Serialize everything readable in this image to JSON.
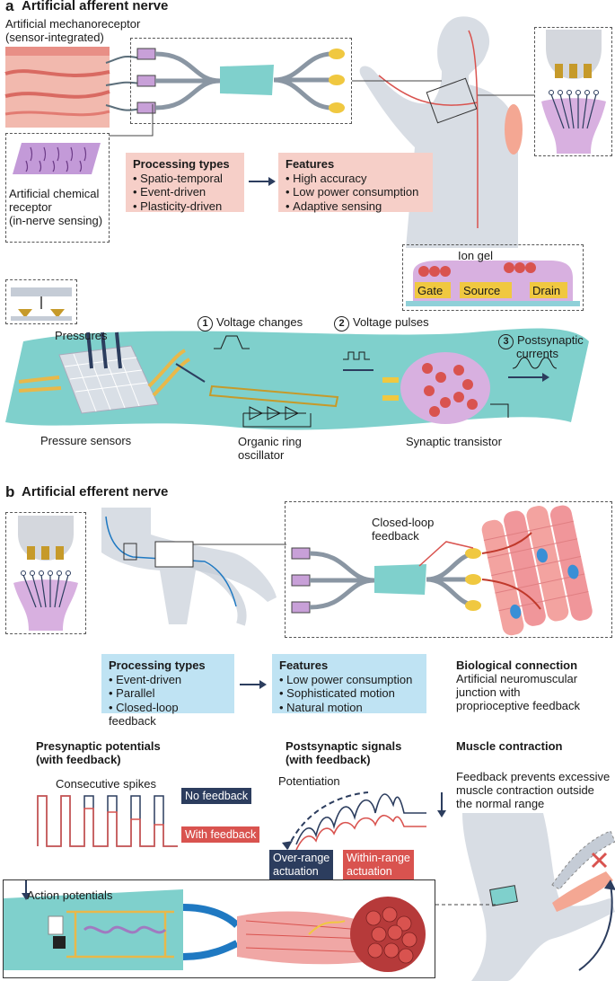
{
  "panel_a": {
    "letter": "a",
    "title": "Artificial afferent nerve",
    "mechanoreceptor": [
      "Artificial mechanoreceptor",
      "(sensor-integrated)"
    ],
    "chemical_receptor": [
      "Artificial chemical",
      "receptor",
      "(in-nerve sensing)"
    ],
    "processing": {
      "heading": "Processing types",
      "items": [
        "Spatio-temporal",
        "Event-driven",
        "Plasticity-driven"
      ]
    },
    "features": {
      "heading": "Features",
      "items": [
        "High accuracy",
        "Low power consumption",
        "Adaptive sensing"
      ]
    },
    "ion_gel": "Ion gel",
    "gate": "Gate",
    "source": "Source",
    "drain": "Drain",
    "step1": {
      "num": "1",
      "label": "Voltage changes"
    },
    "step2": {
      "num": "2",
      "label": "Voltage pulses"
    },
    "step3": {
      "num": "3",
      "label": [
        "Postsynaptic",
        "currents"
      ]
    },
    "pressures": "Pressures",
    "pressure_sensors": "Pressure sensors",
    "organic_ring": [
      "Organic ring",
      "oscillator"
    ],
    "synaptic_transistor": "Synaptic transistor"
  },
  "panel_b": {
    "letter": "b",
    "title": "Artificial efferent nerve",
    "closed_loop": [
      "Closed-loop",
      "feedback"
    ],
    "processing": {
      "heading": "Processing types",
      "items": [
        "Event-driven",
        "Parallel",
        "Closed-loop feedback"
      ]
    },
    "features": {
      "heading": "Features",
      "items": [
        "Low power consumption",
        "Sophisticated motion",
        "Natural motion"
      ]
    },
    "bio": {
      "heading": "Biological connection",
      "lines": [
        "Artificial neuromuscular",
        "junction with",
        "proprioceptive feedback"
      ]
    },
    "presyn": {
      "title": [
        "Presynaptic potentials",
        "(with feedback)"
      ],
      "spikes": "Consecutive spikes",
      "no_feedback": "No feedback",
      "with_feedback": "With feedback"
    },
    "postsyn": {
      "title": [
        "Postsynaptic signals",
        "(with feedback)"
      ],
      "potentiation": "Potentiation",
      "over": [
        "Over-range",
        "actuation"
      ],
      "within": [
        "Within-range",
        "actuation"
      ]
    },
    "muscle": {
      "title": "Muscle contraction",
      "desc": [
        "Feedback prevents excessive",
        "muscle contraction outside",
        "the normal range"
      ]
    },
    "action_potentials": "Action potentials"
  },
  "colors": {
    "teal": "#7fd0cc",
    "navy": "#2c3d5e",
    "red": "#d9534f",
    "pink_box": "#f6cfc8",
    "blue_box": "#bfe3f3"
  }
}
